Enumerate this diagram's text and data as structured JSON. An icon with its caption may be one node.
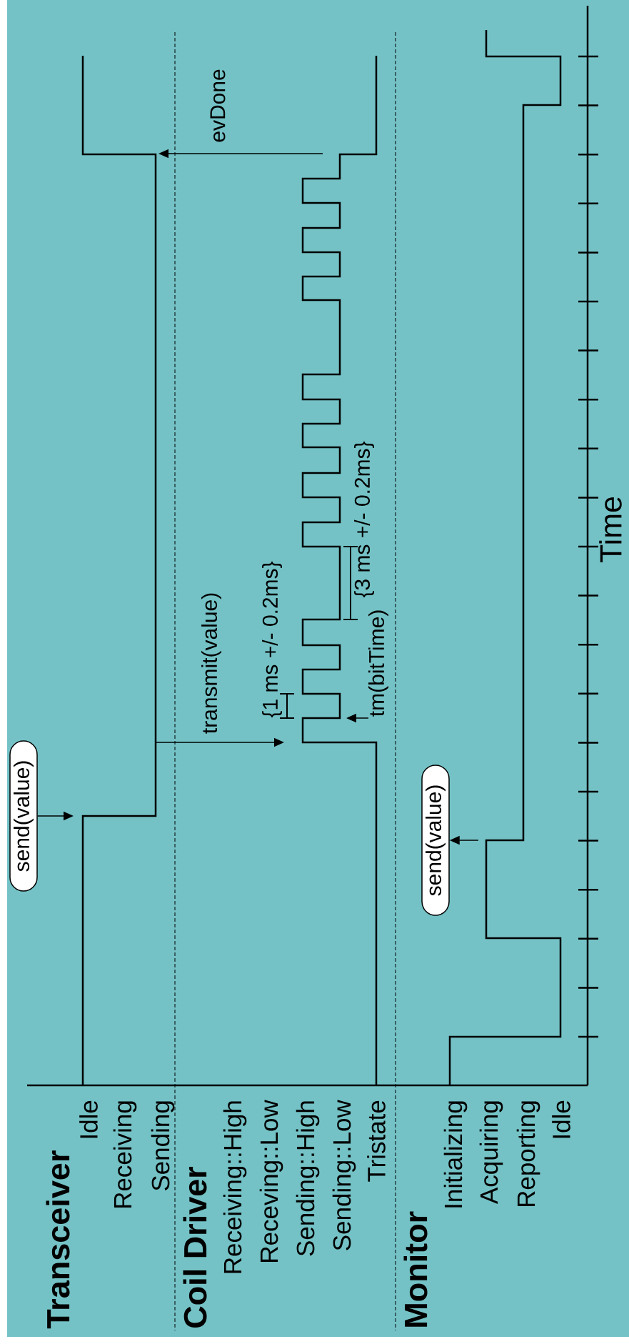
{
  "diagram": {
    "nodes": [
      {
        "text": [
          "send(value)"
        ]
      },
      {
        "text": [],
        "shape": "waveform",
        "beside": [
          "Transceiver",
          "Idle",
          "Receiving",
          "Sending"
        ]
      },
      {
        "text": [],
        "shape": "waveform",
        "beside": [
          "Coil Driver",
          "Receiving::High",
          "Receving::Low",
          "Sending::High",
          "Sending::Low",
          "Tristate"
        ]
      },
      {
        "text": [
          "tm(bitTime)"
        ]
      },
      {
        "text": [],
        "shape": "waveform",
        "beside": [
          "Monitor",
          "Initializing",
          "Acquiring",
          "Reporting",
          "Idle"
        ]
      },
      {
        "text": [
          "send(value)"
        ]
      }
    ],
    "edges": [
      {
        "from": 0,
        "to": 1,
        "arrow": "to"
      },
      {
        "from": 1,
        "to": 2,
        "arrow": "to",
        "label": "transmit(value)"
      },
      {
        "from": 2,
        "to": 1,
        "arrow": "to",
        "label": "evDone"
      },
      {
        "from": 3,
        "to": 2,
        "arrow": "to"
      },
      {
        "from": 4,
        "to": 5,
        "arrow": "to"
      }
    ],
    "labels": [
      "{1 ms +/- 0.2ms}",
      "{3 ms +/- 0.2ms}",
      "Time"
    ]
  }
}
